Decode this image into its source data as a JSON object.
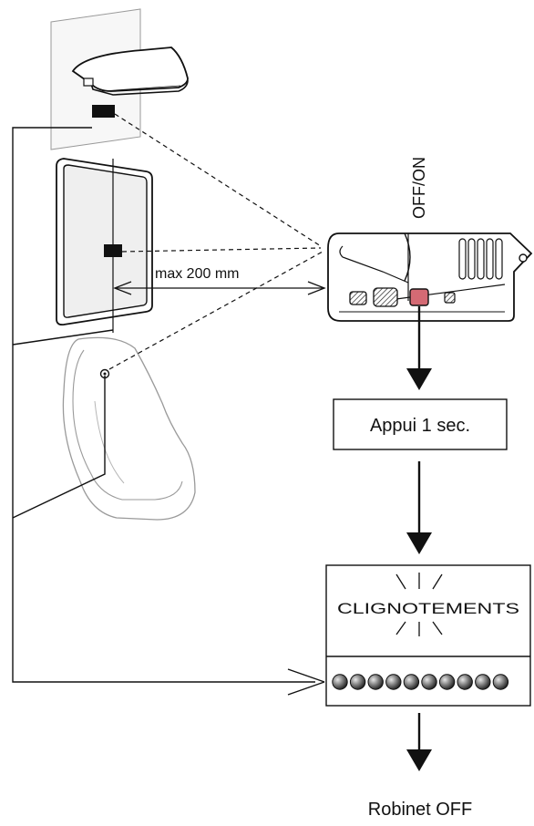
{
  "labels": {
    "off_on": "OFF/ON",
    "max_distance": "max 200 mm",
    "press_box": "Appui 1 sec.",
    "blink_box": "CLIGNOTEMENTS",
    "result": "Robinet OFF"
  },
  "indicator": {
    "led_count": 10
  },
  "colors": {
    "line": "#111111",
    "button_highlight": "#d46a74",
    "fixture_outline": "#9a9a9a",
    "panel_bg": "#efefef"
  }
}
